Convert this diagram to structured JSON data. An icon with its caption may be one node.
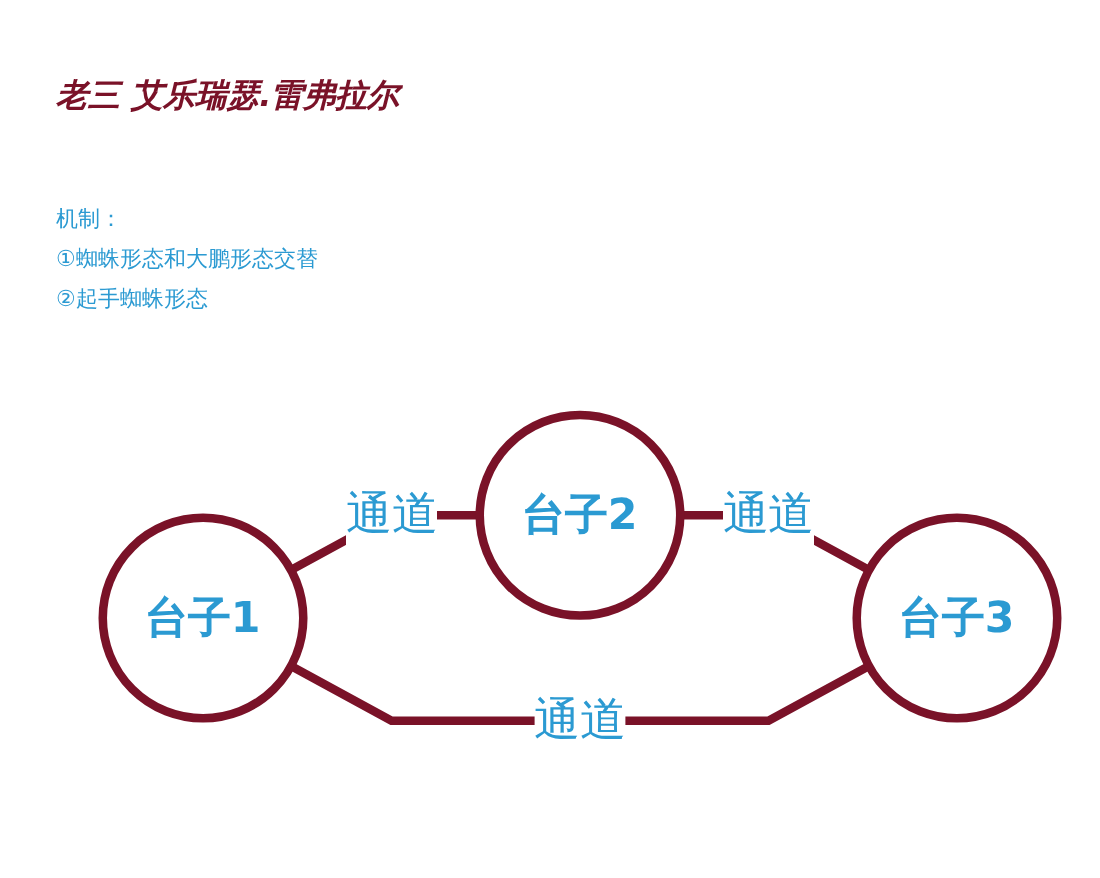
{
  "diagram": {
    "title": "老三 艾乐瑞瑟.雷弗拉尔",
    "nodes": [
      {
        "text": [
          "台子2"
        ]
      },
      {
        "text": [
          "台子1"
        ]
      },
      {
        "text": [
          "台子3"
        ]
      }
    ],
    "edges": [
      {
        "from": 1,
        "to": 0,
        "arrow": "none",
        "label": "通道"
      },
      {
        "from": 0,
        "to": 2,
        "arrow": "none",
        "label": "通道"
      },
      {
        "from": 1,
        "to": 2,
        "arrow": "none",
        "label": "通道"
      }
    ],
    "labels": [
      "机制：",
      "①蜘蛛形态和大鹏形态交替",
      "②起手蜘蛛形态"
    ]
  }
}
